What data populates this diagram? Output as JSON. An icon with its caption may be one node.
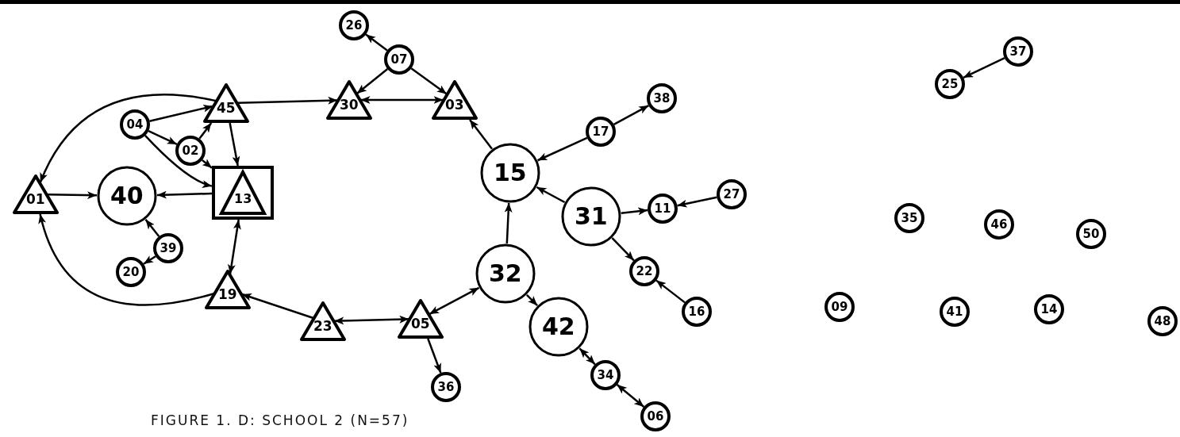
{
  "diagram": {
    "caption": "FIGURE 1. D: SCHOOL 2 (N=57)",
    "nodes": [
      {
        "text": [
          "26"
        ]
      },
      {
        "text": [
          "07"
        ]
      },
      {
        "text": [
          "45"
        ]
      },
      {
        "text": [
          "30"
        ]
      },
      {
        "text": [
          "03"
        ]
      },
      {
        "text": [
          "04"
        ]
      },
      {
        "text": [
          "02"
        ]
      },
      {
        "text": [
          "13"
        ]
      },
      {
        "text": [
          "01"
        ]
      },
      {
        "text": [
          "40"
        ]
      },
      {
        "text": [
          "15"
        ]
      },
      {
        "text": [
          "17"
        ]
      },
      {
        "text": [
          "38"
        ]
      },
      {
        "text": [
          "31"
        ]
      },
      {
        "text": [
          "11"
        ]
      },
      {
        "text": [
          "27"
        ]
      },
      {
        "text": [
          "39"
        ]
      },
      {
        "text": [
          "20"
        ]
      },
      {
        "text": [
          "22"
        ]
      },
      {
        "text": [
          "19"
        ]
      },
      {
        "text": [
          "32"
        ]
      },
      {
        "text": [
          "16"
        ]
      },
      {
        "text": [
          "23"
        ]
      },
      {
        "text": [
          "05"
        ]
      },
      {
        "text": [
          "42"
        ]
      },
      {
        "text": [
          "36"
        ]
      },
      {
        "text": [
          "34"
        ]
      },
      {
        "text": [
          "06"
        ]
      },
      {
        "text": [
          "37"
        ]
      },
      {
        "text": [
          "25"
        ]
      },
      {
        "text": [
          "35"
        ]
      },
      {
        "text": [
          "46"
        ]
      },
      {
        "text": [
          "50"
        ]
      },
      {
        "text": [
          "09"
        ]
      },
      {
        "text": [
          "41"
        ]
      },
      {
        "text": [
          "14"
        ]
      },
      {
        "text": [
          "48"
        ]
      }
    ],
    "edges": [
      {
        "from": 1,
        "to": 0,
        "arrow": "to"
      },
      {
        "from": 1,
        "to": 3,
        "arrow": "to"
      },
      {
        "from": 1,
        "to": 4,
        "arrow": "to"
      },
      {
        "from": 2,
        "to": 3,
        "arrow": "to"
      },
      {
        "from": 3,
        "to": 4,
        "arrow": "both"
      },
      {
        "from": 10,
        "to": 4,
        "arrow": "to"
      },
      {
        "from": 5,
        "to": 2,
        "arrow": "to"
      },
      {
        "from": 5,
        "to": 6,
        "arrow": "to"
      },
      {
        "from": 6,
        "to": 2,
        "arrow": "to"
      },
      {
        "from": 5,
        "to": 7,
        "arrow": "to"
      },
      {
        "from": 6,
        "to": 7,
        "arrow": "to"
      },
      {
        "from": 2,
        "to": 7,
        "arrow": "to"
      },
      {
        "from": 2,
        "to": 8,
        "arrow": "to"
      },
      {
        "from": 8,
        "to": 9,
        "arrow": "to"
      },
      {
        "from": 7,
        "to": 9,
        "arrow": "to"
      },
      {
        "from": 16,
        "to": 9,
        "arrow": "to"
      },
      {
        "from": 16,
        "to": 17,
        "arrow": "to"
      },
      {
        "from": 7,
        "to": 19,
        "arrow": "both"
      },
      {
        "from": 19,
        "to": 8,
        "arrow": "to"
      },
      {
        "from": 22,
        "to": 19,
        "arrow": "to"
      },
      {
        "from": 22,
        "to": 23,
        "arrow": "both"
      },
      {
        "from": 23,
        "to": 20,
        "arrow": "both"
      },
      {
        "from": 23,
        "to": 25,
        "arrow": "to"
      },
      {
        "from": 20,
        "to": 10,
        "arrow": "to"
      },
      {
        "from": 20,
        "to": 24,
        "arrow": "to"
      },
      {
        "from": 24,
        "to": 26,
        "arrow": "both"
      },
      {
        "from": 26,
        "to": 27,
        "arrow": "both"
      },
      {
        "from": 11,
        "to": 10,
        "arrow": "to"
      },
      {
        "from": 11,
        "to": 12,
        "arrow": "to"
      },
      {
        "from": 13,
        "to": 10,
        "arrow": "to"
      },
      {
        "from": 13,
        "to": 14,
        "arrow": "to"
      },
      {
        "from": 15,
        "to": 14,
        "arrow": "to"
      },
      {
        "from": 13,
        "to": 18,
        "arrow": "to"
      },
      {
        "from": 21,
        "to": 18,
        "arrow": "to"
      },
      {
        "from": 28,
        "to": 29,
        "arrow": "to"
      }
    ]
  }
}
